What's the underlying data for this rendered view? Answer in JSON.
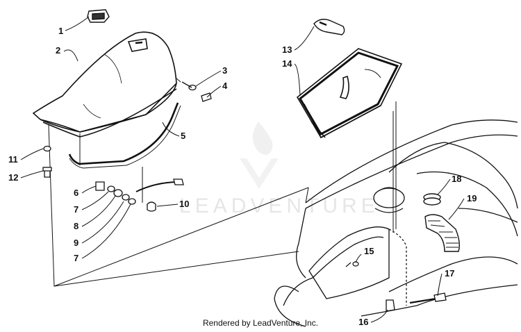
{
  "diagram": {
    "callouts": [
      "1",
      "2",
      "3",
      "4",
      "5",
      "6",
      "7",
      "8",
      "9",
      "7",
      "10",
      "11",
      "12",
      "13",
      "14",
      "15",
      "16",
      "17",
      "18",
      "19"
    ]
  },
  "watermark": {
    "text": "LEADVENTURE"
  },
  "footer": {
    "text": "Rendered by LeadVenture, Inc."
  }
}
